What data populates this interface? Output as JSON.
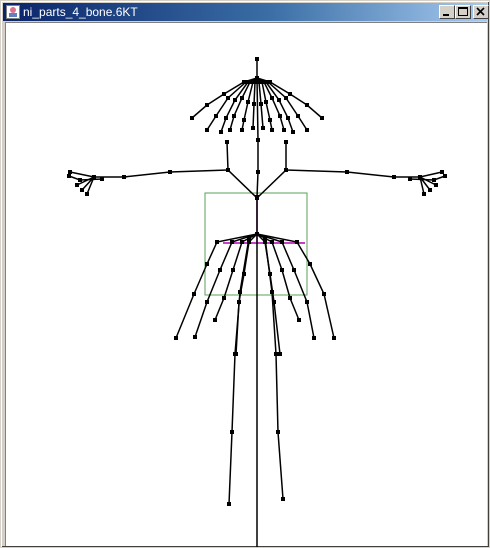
{
  "window": {
    "title": "ni_parts_4_bone.6KT"
  },
  "titlebar_buttons": [
    {
      "name": "minimize-button",
      "icon": "minimize-icon"
    },
    {
      "name": "maximize-button",
      "icon": "maximize-icon"
    },
    {
      "name": "close-button",
      "icon": "close-icon"
    }
  ],
  "colors": {
    "titlebar_start": "#0a246a",
    "titlebar_end": "#a6caf0",
    "bone": "#000000",
    "bounding_box": "#5aa05a",
    "axis_line": "#b000b0",
    "canvas_background": "#ffffff"
  }
}
